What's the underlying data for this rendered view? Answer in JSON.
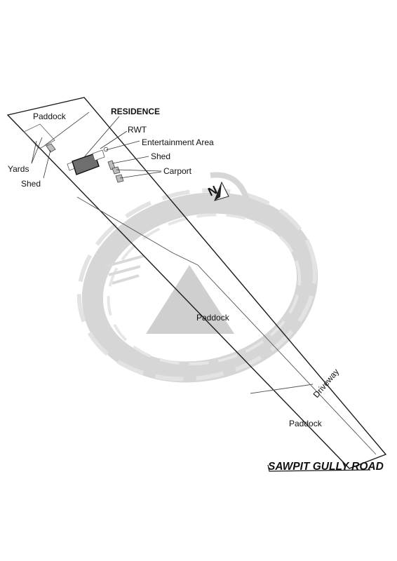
{
  "labels": {
    "residence": "RESIDENCE",
    "rwt": "RWT",
    "entertainment_area": "Entertainment Area",
    "shed_top": "Shed",
    "carport": "Carport",
    "paddock_top": "Paddock",
    "yards": "Yards",
    "shed_left": "Shed",
    "paddock_middle": "Paddock",
    "driveway": "Driveway",
    "paddock_bottom": "Paddock",
    "road": "SAWPIT GULLY ROAD"
  },
  "colors": {
    "residence_fill": "#6e6e6e",
    "logo_gray": "#d6d6d6",
    "outline": "#1a1a1a"
  },
  "icons": {
    "north_arrow": "north-arrow-icon",
    "watermark": "swirl-triangle-logo"
  }
}
